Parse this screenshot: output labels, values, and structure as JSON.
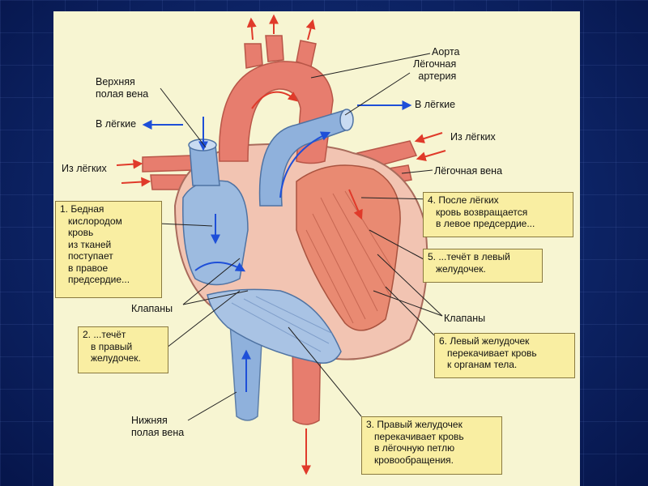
{
  "labels": {
    "aorta": "Аорта",
    "pulmonary_artery": "Лёгочная\nартерия",
    "to_lungs_right": "В лёгкие",
    "superior_vena_cava": "Верхняя\nполая вена",
    "to_lungs_left": "В лёгкие",
    "from_lungs_right": "Из лёгких",
    "from_lungs_left": "Из лёгких",
    "pulmonary_vein": "Лёгочная вена",
    "valves_left": "Клапаны",
    "valves_right": "Клапаны",
    "inferior_vena_cava": "Нижняя\nполая вена"
  },
  "steps": [
    "1. Бедная\n   кислородом\n   кровь\n   из тканей\n   поступает\n   в правое\n   предсердие...",
    "2. ...течёт\n   в правый\n   желудочек.",
    "3. Правый желудочек\n   перекачивает кровь\n   в лёгочную петлю\n   кровообращения.",
    "4. После лёгких\n   кровь возвращается\n   в левое предсердие...",
    "5. ...течёт в левый\n   желудочек.",
    "6. Левый желудочек\n   перекачивает кровь\n   к органам тела."
  ],
  "colors": {
    "oxygen_poor_blood": "#8fb1dc",
    "oxygen_rich_blood": "#e77d6e",
    "flow_arrow_blue": "#1e4fd8",
    "flow_arrow_red": "#e03a2a",
    "heart_wall": "#f2c4b2",
    "callout_box": "#f9eea2"
  }
}
